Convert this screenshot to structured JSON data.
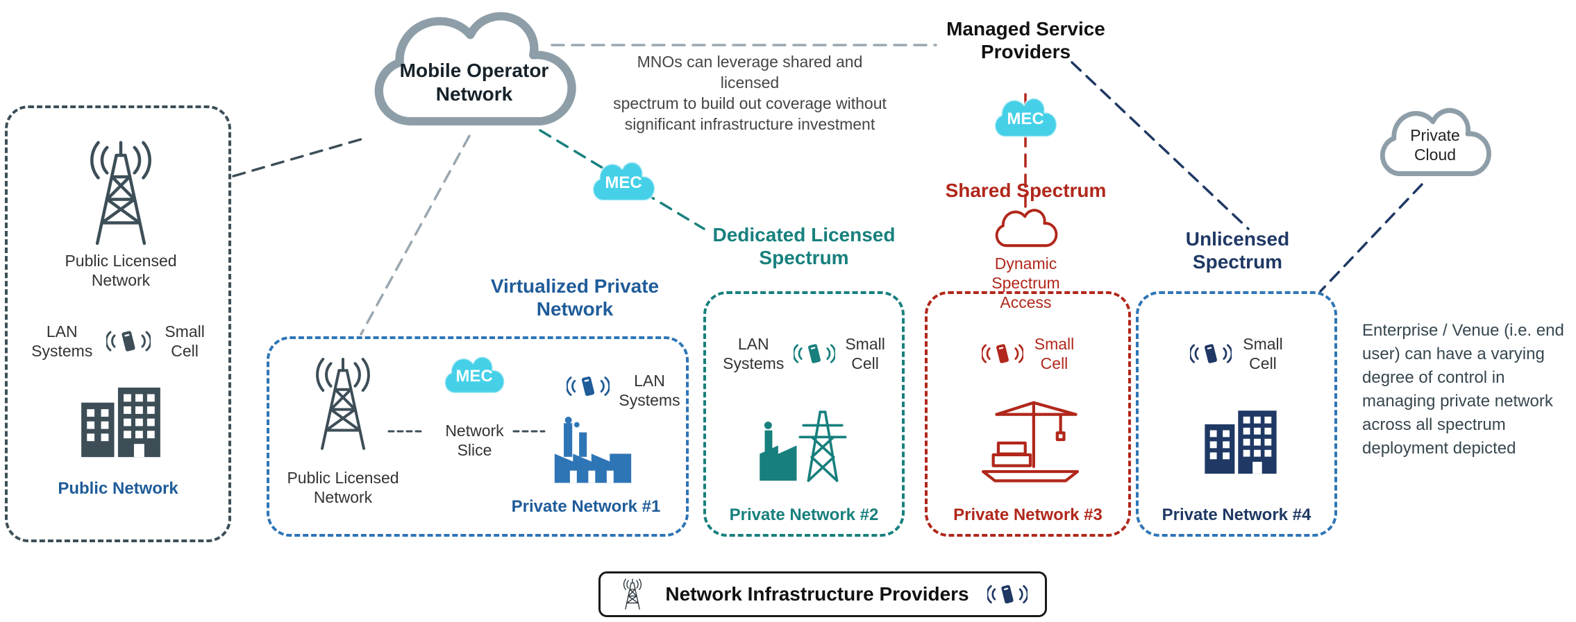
{
  "colors": {
    "slate": "#3d4e57",
    "blue": "#2e75b6",
    "blue-dark": "#1f5c99",
    "teal": "#17807d",
    "red": "#b1271b",
    "navy": "#1f3864",
    "cyan": "#45d0e8",
    "gray-line": "#9aa7b0",
    "cloud-gray": "#8e9ea8",
    "text-dark": "#333333"
  },
  "top": {
    "mobile_operator_cloud": "Mobile Operator\nNetwork",
    "mno_note": "MNOs can leverage shared and licensed\nspectrum to build out coverage without\nsignificant infrastructure investment",
    "managed_service_providers": "Managed Service\nProviders",
    "mec": "MEC",
    "private_cloud": "Private\nCloud"
  },
  "headings": {
    "virtualized": "Virtualized Private\nNetwork",
    "dedicated": "Dedicated Licensed\nSpectrum",
    "shared": "Shared Spectrum",
    "unlicensed": "Unlicensed\nSpectrum",
    "dynamic_spectrum_access": "Dynamic Spectrum\nAccess"
  },
  "public_network": {
    "tower_label": "Public Licensed\nNetwork",
    "lan_systems": "LAN\nSystems",
    "small_cell": "Small\nCell",
    "title": "Public Network"
  },
  "network1": {
    "tower_label": "Public Licensed\nNetwork",
    "mec": "MEC",
    "network_slice": "Network\nSlice",
    "lan_systems": "LAN\nSystems",
    "title": "Private Network #1"
  },
  "network2": {
    "lan_systems": "LAN\nSystems",
    "small_cell": "Small\nCell",
    "title": "Private Network #2"
  },
  "network3": {
    "small_cell": "Small\nCell",
    "title": "Private Network #3"
  },
  "network4": {
    "small_cell": "Small\nCell",
    "title": "Private Network #4"
  },
  "notes": {
    "enterprise": "Enterprise / Venue (i.e. end user) can have a varying degree of control in managing private network across all spectrum deployment depicted"
  },
  "footer": {
    "label": "Network Infrastructure Providers"
  }
}
